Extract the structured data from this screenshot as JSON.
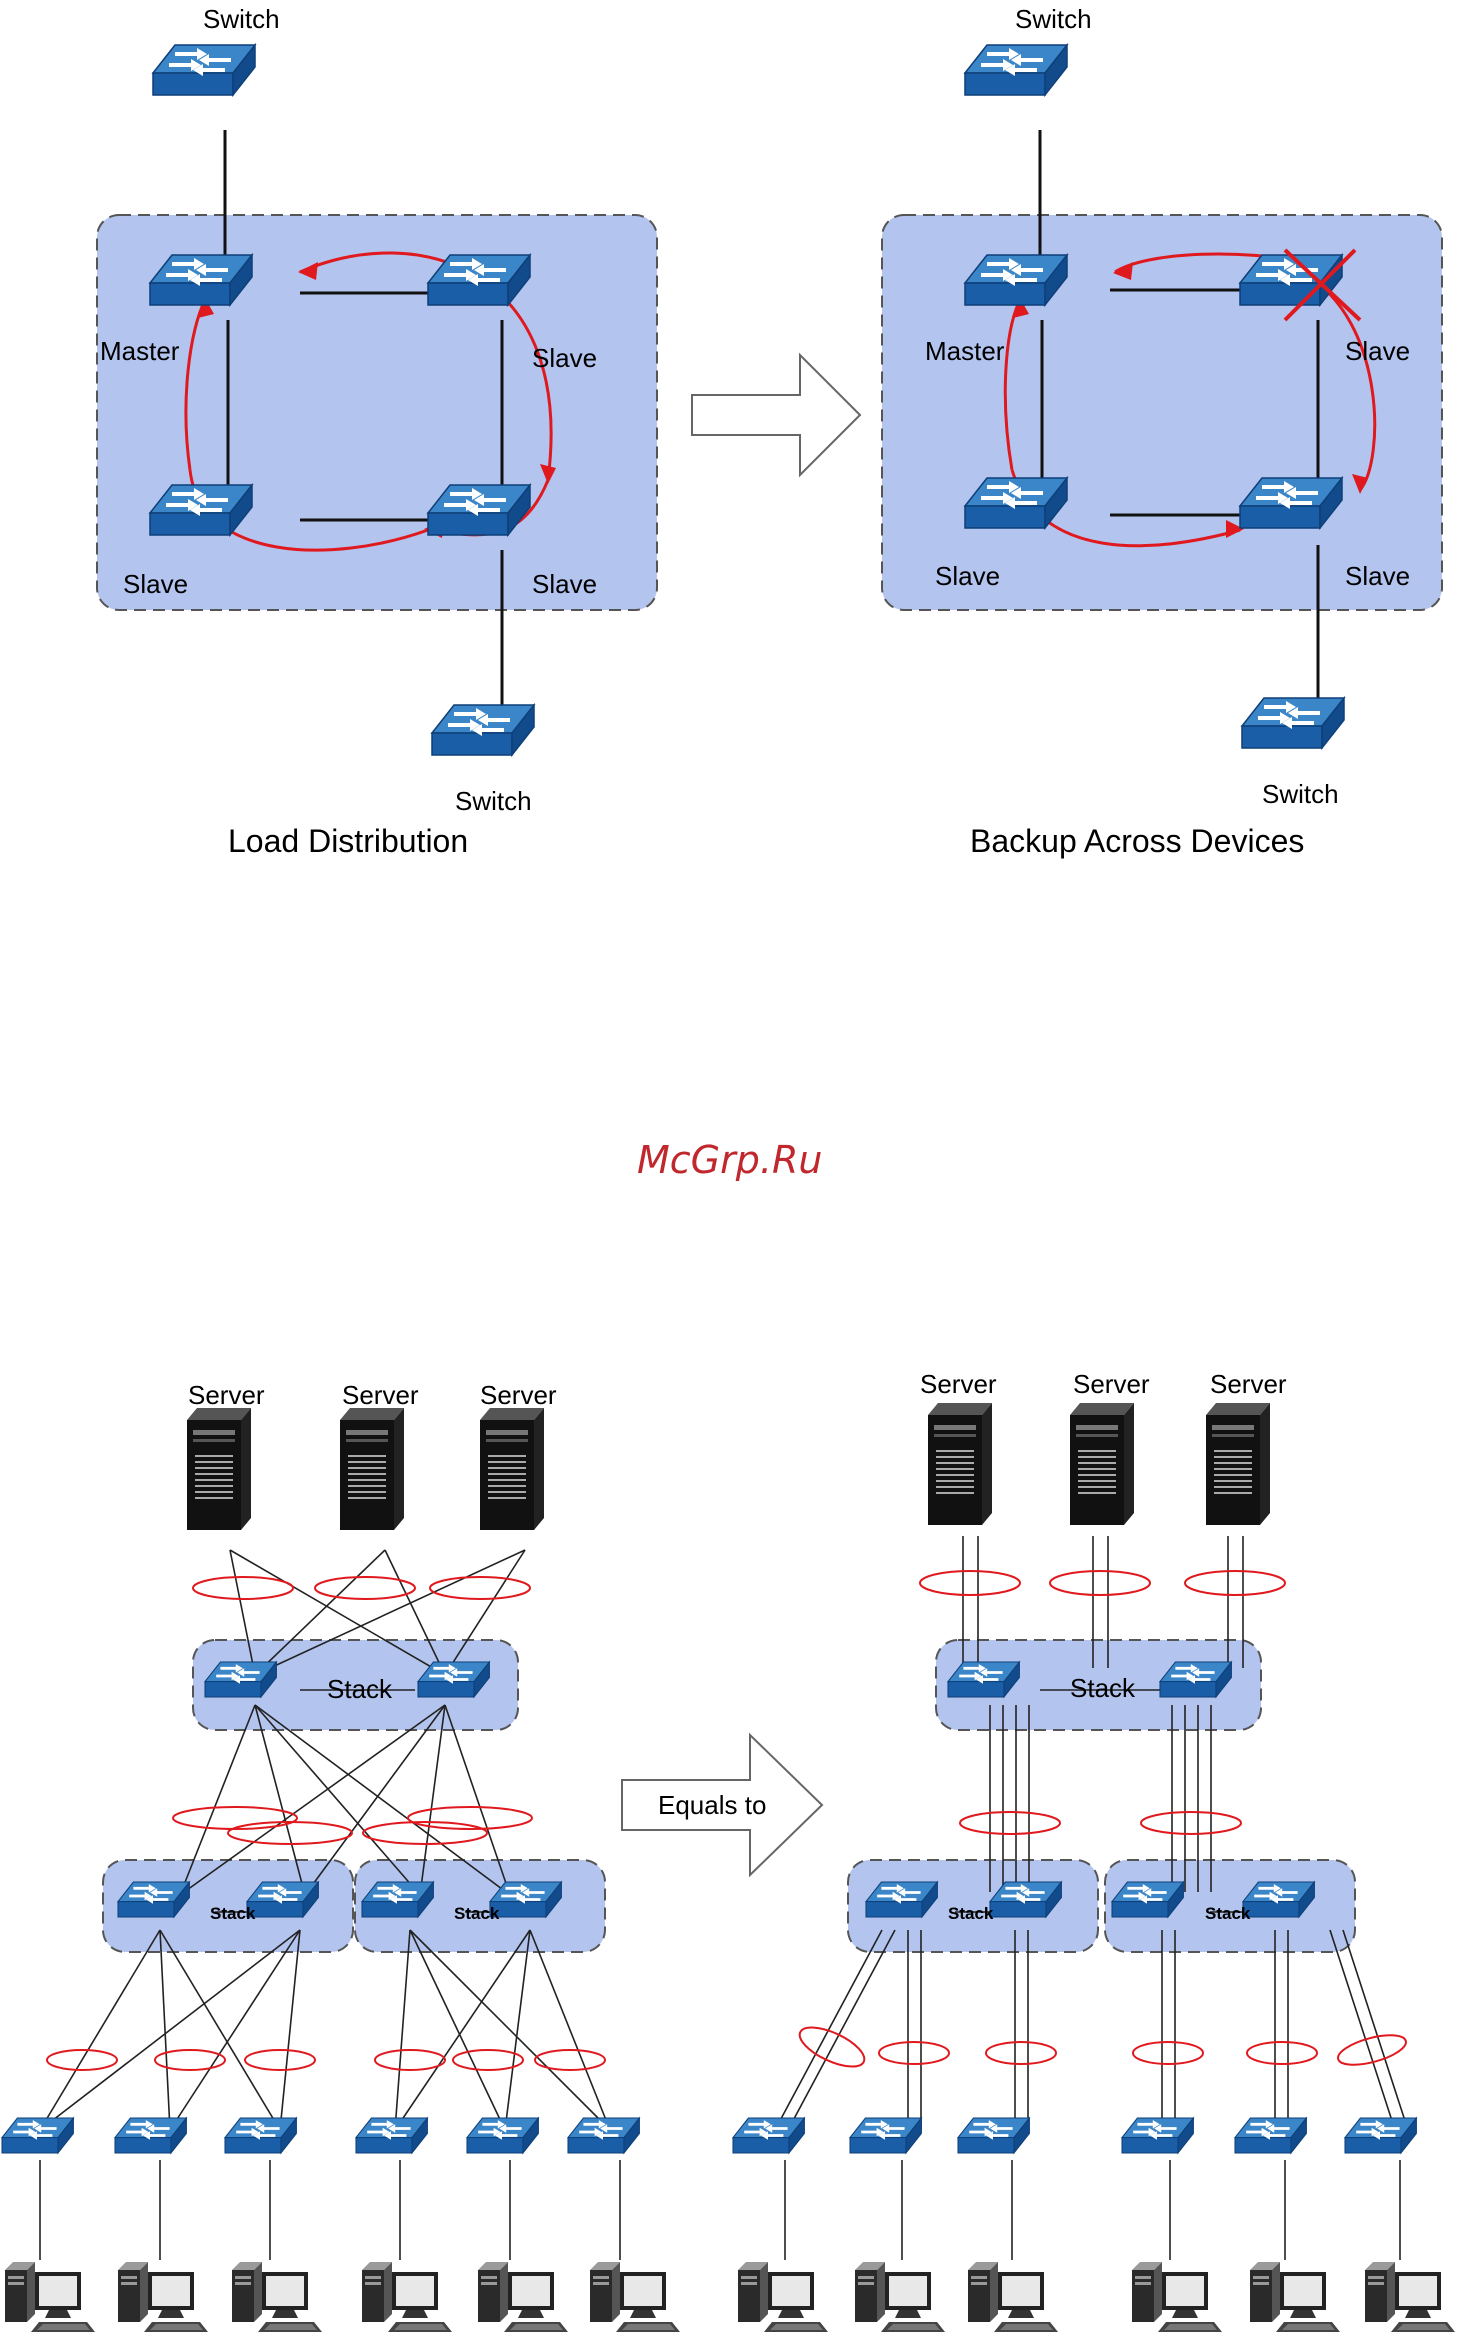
{
  "labels": {
    "switch": "Switch",
    "master": "Master",
    "slave": "Slave",
    "server": "Server",
    "stack": "Stack"
  },
  "captions": {
    "load_distribution": "Load Distribution",
    "backup_across_devices": "Backup Across Devices",
    "equals_to": "Equals to"
  },
  "watermark": "McGrp.Ru",
  "colors": {
    "stack_fill": "#b3c4ee",
    "switch_blue": "#1a5ea8",
    "ring_red": "#e0191e",
    "server_black": "#111111"
  },
  "icons": [
    "switch-icon",
    "server-icon",
    "computer-icon",
    "failure-cross-icon",
    "right-arrow-icon"
  ]
}
